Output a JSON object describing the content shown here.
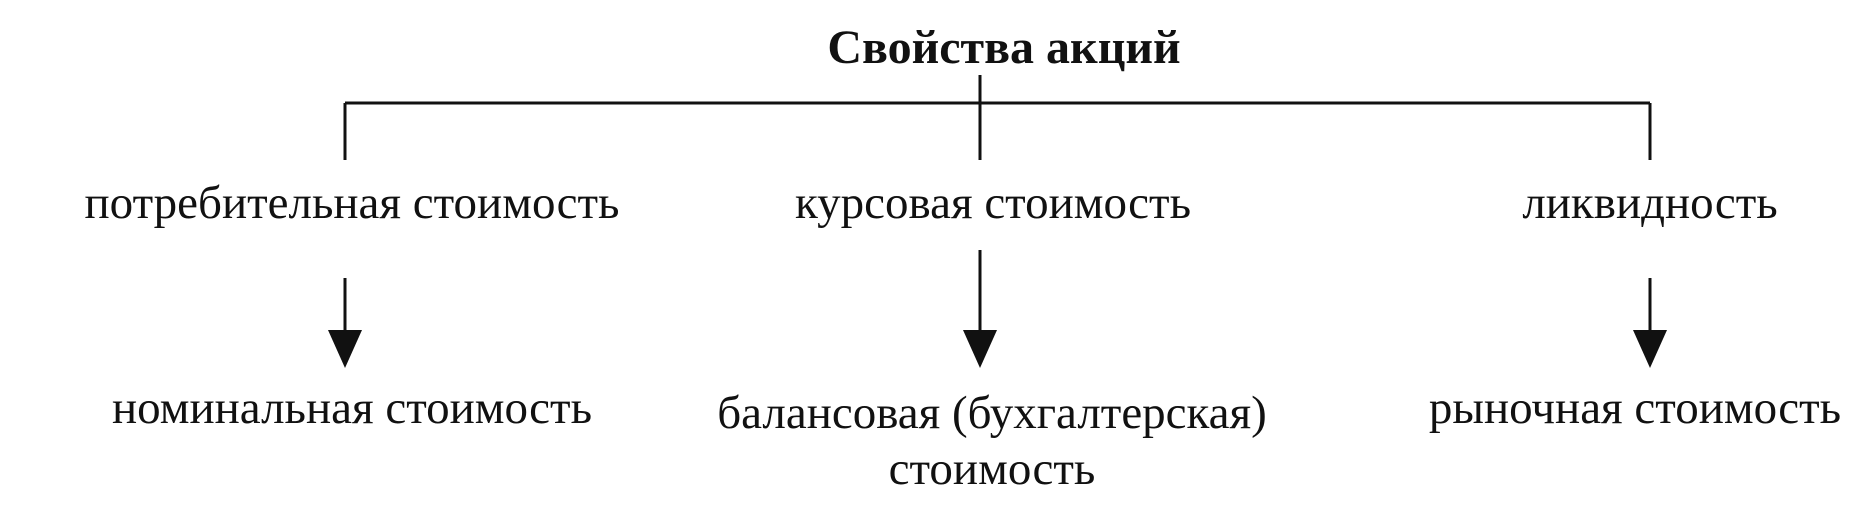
{
  "title": "Свойства акций",
  "properties": [
    {
      "label": "потребительная стоимость",
      "result": "номинальная стоимость"
    },
    {
      "label": "курсовая стоимость",
      "result": [
        "балансовая (бухгалтерская)",
        "стоимость"
      ]
    },
    {
      "label": "ликвидность",
      "result": "рыночная стоимость"
    }
  ],
  "colors": {
    "line": "#111111",
    "text": "#111111",
    "background": "#ffffff"
  }
}
